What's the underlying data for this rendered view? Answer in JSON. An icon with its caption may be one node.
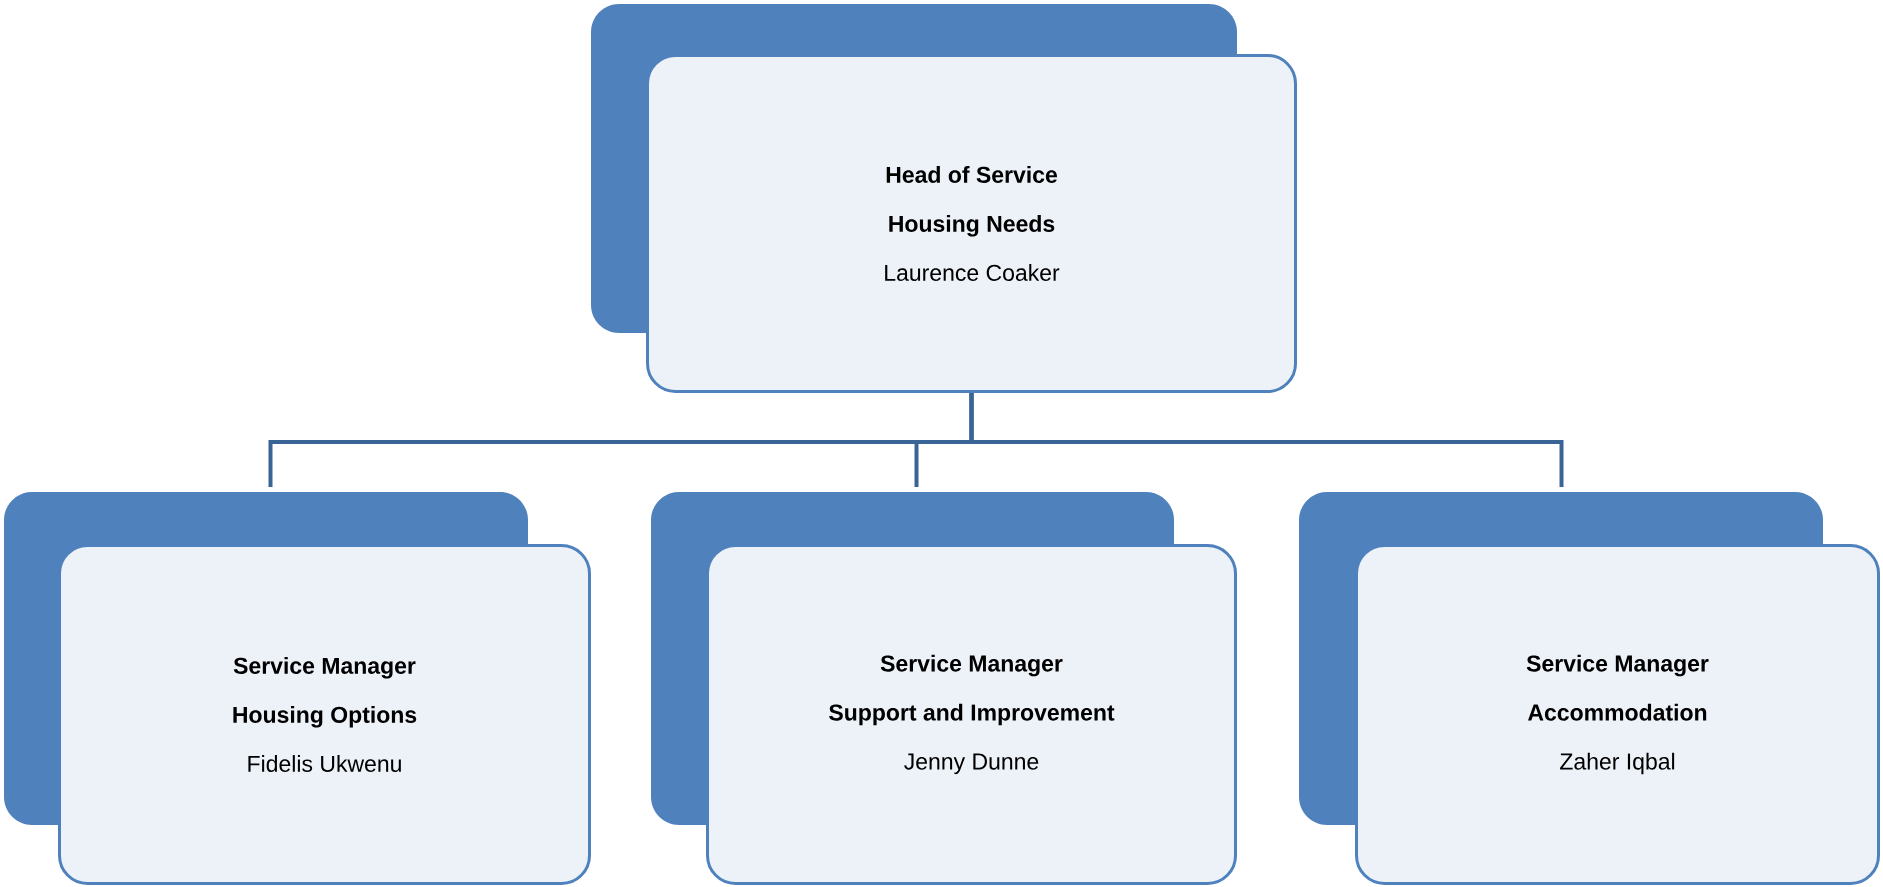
{
  "diagram": {
    "nodes": [
      {
        "text": [
          "Head of Service",
          "Housing Needs",
          "Laurence Coaker"
        ]
      },
      {
        "text": [
          "Service Manager",
          "Housing Options",
          "Fidelis Ukwenu"
        ]
      },
      {
        "text": [
          "Service Manager",
          "Support and Improvement",
          "Jenny Dunne"
        ]
      },
      {
        "text": [
          "Service Manager",
          "Accommodation",
          "Zaher Iqbal"
        ]
      }
    ],
    "edges": [
      {
        "from": 0,
        "to": 1,
        "arrow": "none"
      },
      {
        "from": 0,
        "to": 2,
        "arrow": "none"
      },
      {
        "from": 0,
        "to": 3,
        "arrow": "none"
      }
    ]
  }
}
